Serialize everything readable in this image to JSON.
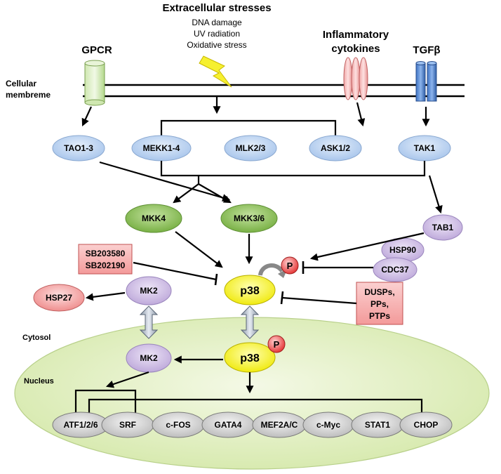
{
  "stimuli": {
    "gpcr": "GPCR",
    "extracellular_title": "Extracellular stresses",
    "stress_items": [
      "DNA damage",
      "UV radiation",
      "Oxidative stress"
    ],
    "inflammatory": [
      "Inflammatory",
      "cytokines"
    ],
    "tgfb": "TGFβ"
  },
  "membrane_label": [
    "Cellular",
    "membreme"
  ],
  "kinases_top": [
    "TAO1-3",
    "MEKK1-4",
    "MLK2/3",
    "ASK1/2",
    "TAK1"
  ],
  "mkk": [
    "MKK4",
    "MKK3/6"
  ],
  "tab1": "TAB1",
  "hsp90": "HSP90",
  "cdc37": "CDC37",
  "inhibitors": [
    "SB203580",
    "SB202190"
  ],
  "phosphatases": [
    "DUSPs,",
    "PPs,",
    "PTPs"
  ],
  "p38": "p38",
  "phospho": "P",
  "mk2": "MK2",
  "hsp27": "HSP27",
  "cytosol": "Cytosol",
  "nucleus": "Nucleus",
  "transcription_factors": [
    "ATF1/2/6",
    "SRF",
    "c-FOS",
    "GATA4",
    "MEF2A/C",
    "c-Myc",
    "STAT1",
    "CHOP"
  ],
  "colors": {
    "blue_node": "#bcd3f0",
    "green_node": "#8dc05a",
    "purple_node": "#c9b8e0",
    "red_node": "#f4a6a6",
    "yellow_node": "#f6f232",
    "gray_node": "#d4d4d4",
    "nucleus_fill": "#e2efc4",
    "inhibitor_box": "#f7b0b0"
  }
}
